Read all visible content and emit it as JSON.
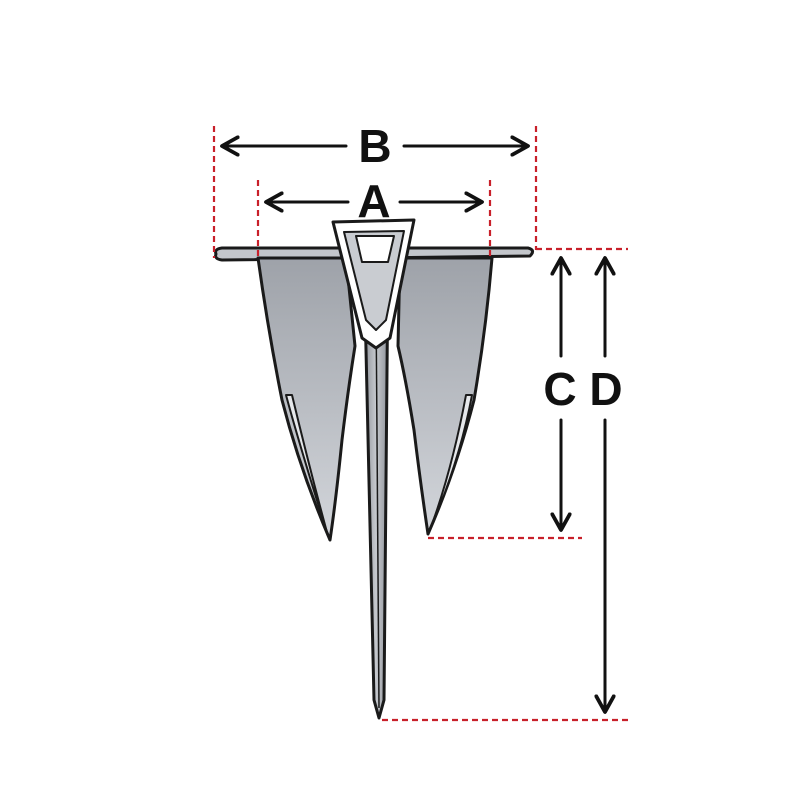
{
  "diagram": {
    "subject": "anchor",
    "labels": {
      "a": "A",
      "b": "B",
      "c": "C",
      "d": "D"
    },
    "colors": {
      "guide_line": "#c8202a",
      "arrow": "#111111",
      "outline": "#1a1a1a",
      "fluke_fill": "#b9bcc2",
      "fluke_shadow": "#dfe1e5",
      "shank_fill": "#a9adb3",
      "background": "#ffffff"
    }
  }
}
